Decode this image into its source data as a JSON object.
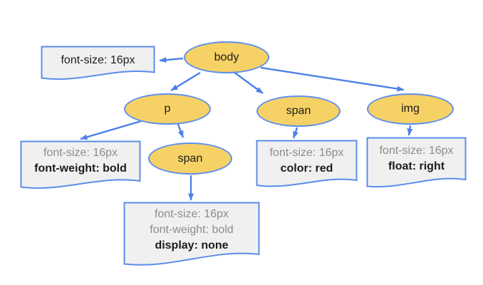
{
  "colors": {
    "node_fill": "#F6D166",
    "node_border": "#5E90EE",
    "note_fill": "#F0F0F0",
    "note_border": "#5B8CEB",
    "arrow": "#4B80E8",
    "text_dark": "#1C1C1C",
    "text_muted": "#8C8C8C"
  },
  "nodes": {
    "body": {
      "label": "body"
    },
    "p": {
      "label": "p"
    },
    "span_body": {
      "label": "span"
    },
    "img": {
      "label": "img"
    },
    "span_p": {
      "label": "span"
    }
  },
  "notes": {
    "body": {
      "line1": "font-size: 16px"
    },
    "p": {
      "line1": "font-size: 16px",
      "line2": "font-weight: bold"
    },
    "span_p": {
      "line1": "font-size: 16px",
      "line2": "font-weight: bold",
      "line3": "display: none"
    },
    "span_body": {
      "line1": "font-size: 16px",
      "line2": "color: red"
    },
    "img": {
      "line1": "font-size: 16px",
      "line2": "float: right"
    }
  }
}
